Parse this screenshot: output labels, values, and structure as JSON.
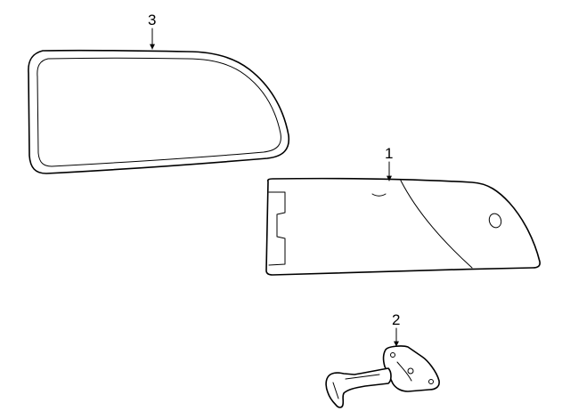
{
  "callouts": {
    "part_1": "1",
    "part_2": "2",
    "part_3": "3"
  }
}
